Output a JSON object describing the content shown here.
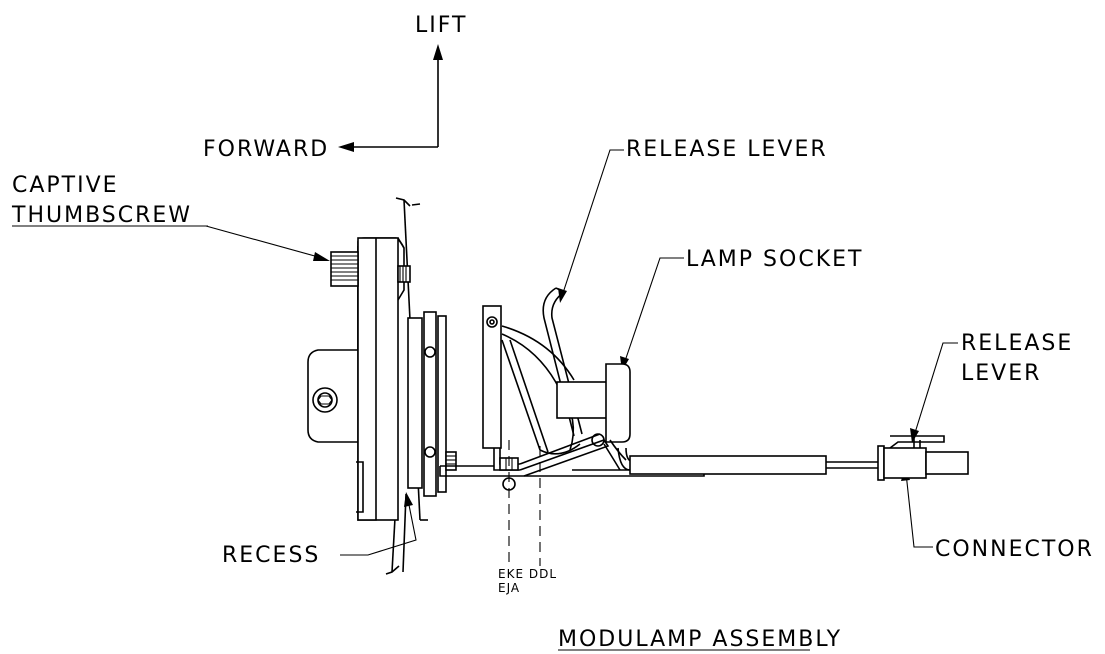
{
  "labels": {
    "lift": "LIFT",
    "forward": "FORWARD",
    "release_lever_top": "RELEASE LEVER",
    "captive": "CAPTIVE",
    "thumbscrew": "THUMBSCREW",
    "lamp_socket": "LAMP SOCKET",
    "release": "RELEASE",
    "lever": "LEVER",
    "recess": "RECESS",
    "connector": "CONNECTOR",
    "eke_ddl": "EKE DDL",
    "eja": "EJA",
    "title": "MODULAMP ASSEMBLY"
  },
  "colors": {
    "ink": "#000000",
    "background": "#ffffff"
  }
}
